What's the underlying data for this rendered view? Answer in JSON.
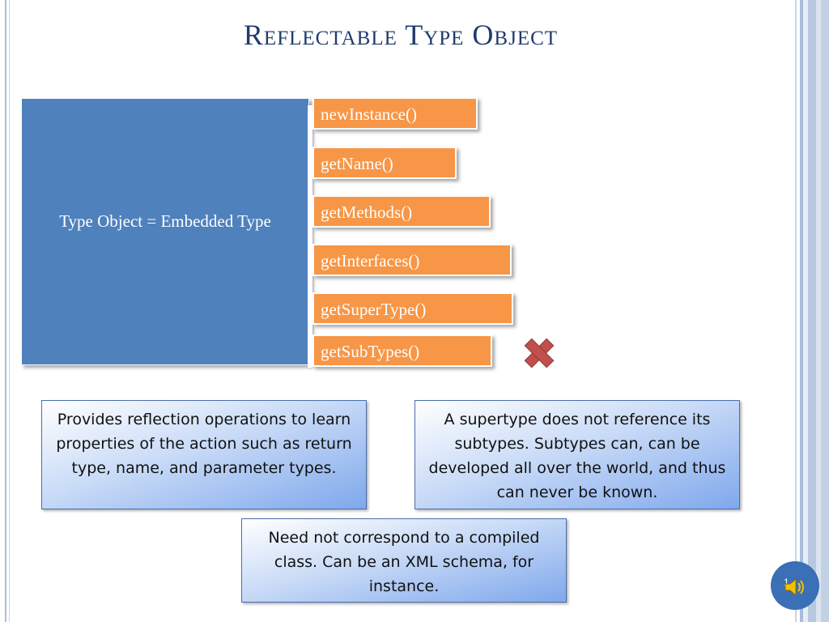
{
  "slide": {
    "title": "Reflectable Type Object",
    "type_object_label": "Type Object = Embedded Type",
    "methods": [
      "newInstance()",
      "getName()",
      "getMethods()",
      "getInterfaces()",
      "getSuperType()",
      "getSubTypes()"
    ],
    "notes": {
      "reflection": "Provides reflection operations to learn properties of the action such as return type, name, and parameter types.",
      "supertype": "A supertype does not reference its subtypes. Subtypes can, can be developed all over the world, and thus can never be known.",
      "compiled": "Need not correspond to a compiled class. Can be an XML schema, for instance."
    },
    "slide_number": "1",
    "icons": {
      "crossed_out": "x-mark-icon",
      "audio": "speaker-icon"
    },
    "colors": {
      "title": "#1f3b6e",
      "type_box": "#4f81bd",
      "method_box": "#f79646",
      "x_mark": "#c0504d",
      "note_border": "#4a6fa8"
    }
  }
}
